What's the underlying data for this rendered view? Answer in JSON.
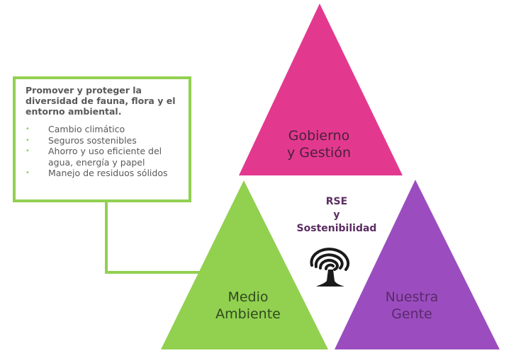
{
  "callout": {
    "title": "Promover y proteger la diversidad de fauna, flora y el entorno ambiental.",
    "items": [
      "Cambio climático",
      "Seguros sostenibles",
      "Ahorro y uso eficiente del agua, energía y papel",
      "Manejo de residuos sólidos"
    ]
  },
  "triangles": {
    "top": {
      "label_line1": "Gobierno",
      "label_line2": "y Gestión",
      "color": "#e2398f"
    },
    "left": {
      "label_line1": "Medio",
      "label_line2": "Ambiente",
      "color": "#92d050"
    },
    "right": {
      "label_line1": "Nuestra",
      "label_line2": "Gente",
      "color": "#9b4dbf"
    }
  },
  "center": {
    "line1": "RSE",
    "line2": "y",
    "line3": "Sostenibilidad",
    "logo_icon": "swirl-tree-icon"
  },
  "colors": {
    "callout_border": "#92d050",
    "connector": "#92d050",
    "center_text": "#5b2d62",
    "body_text": "#595959"
  }
}
